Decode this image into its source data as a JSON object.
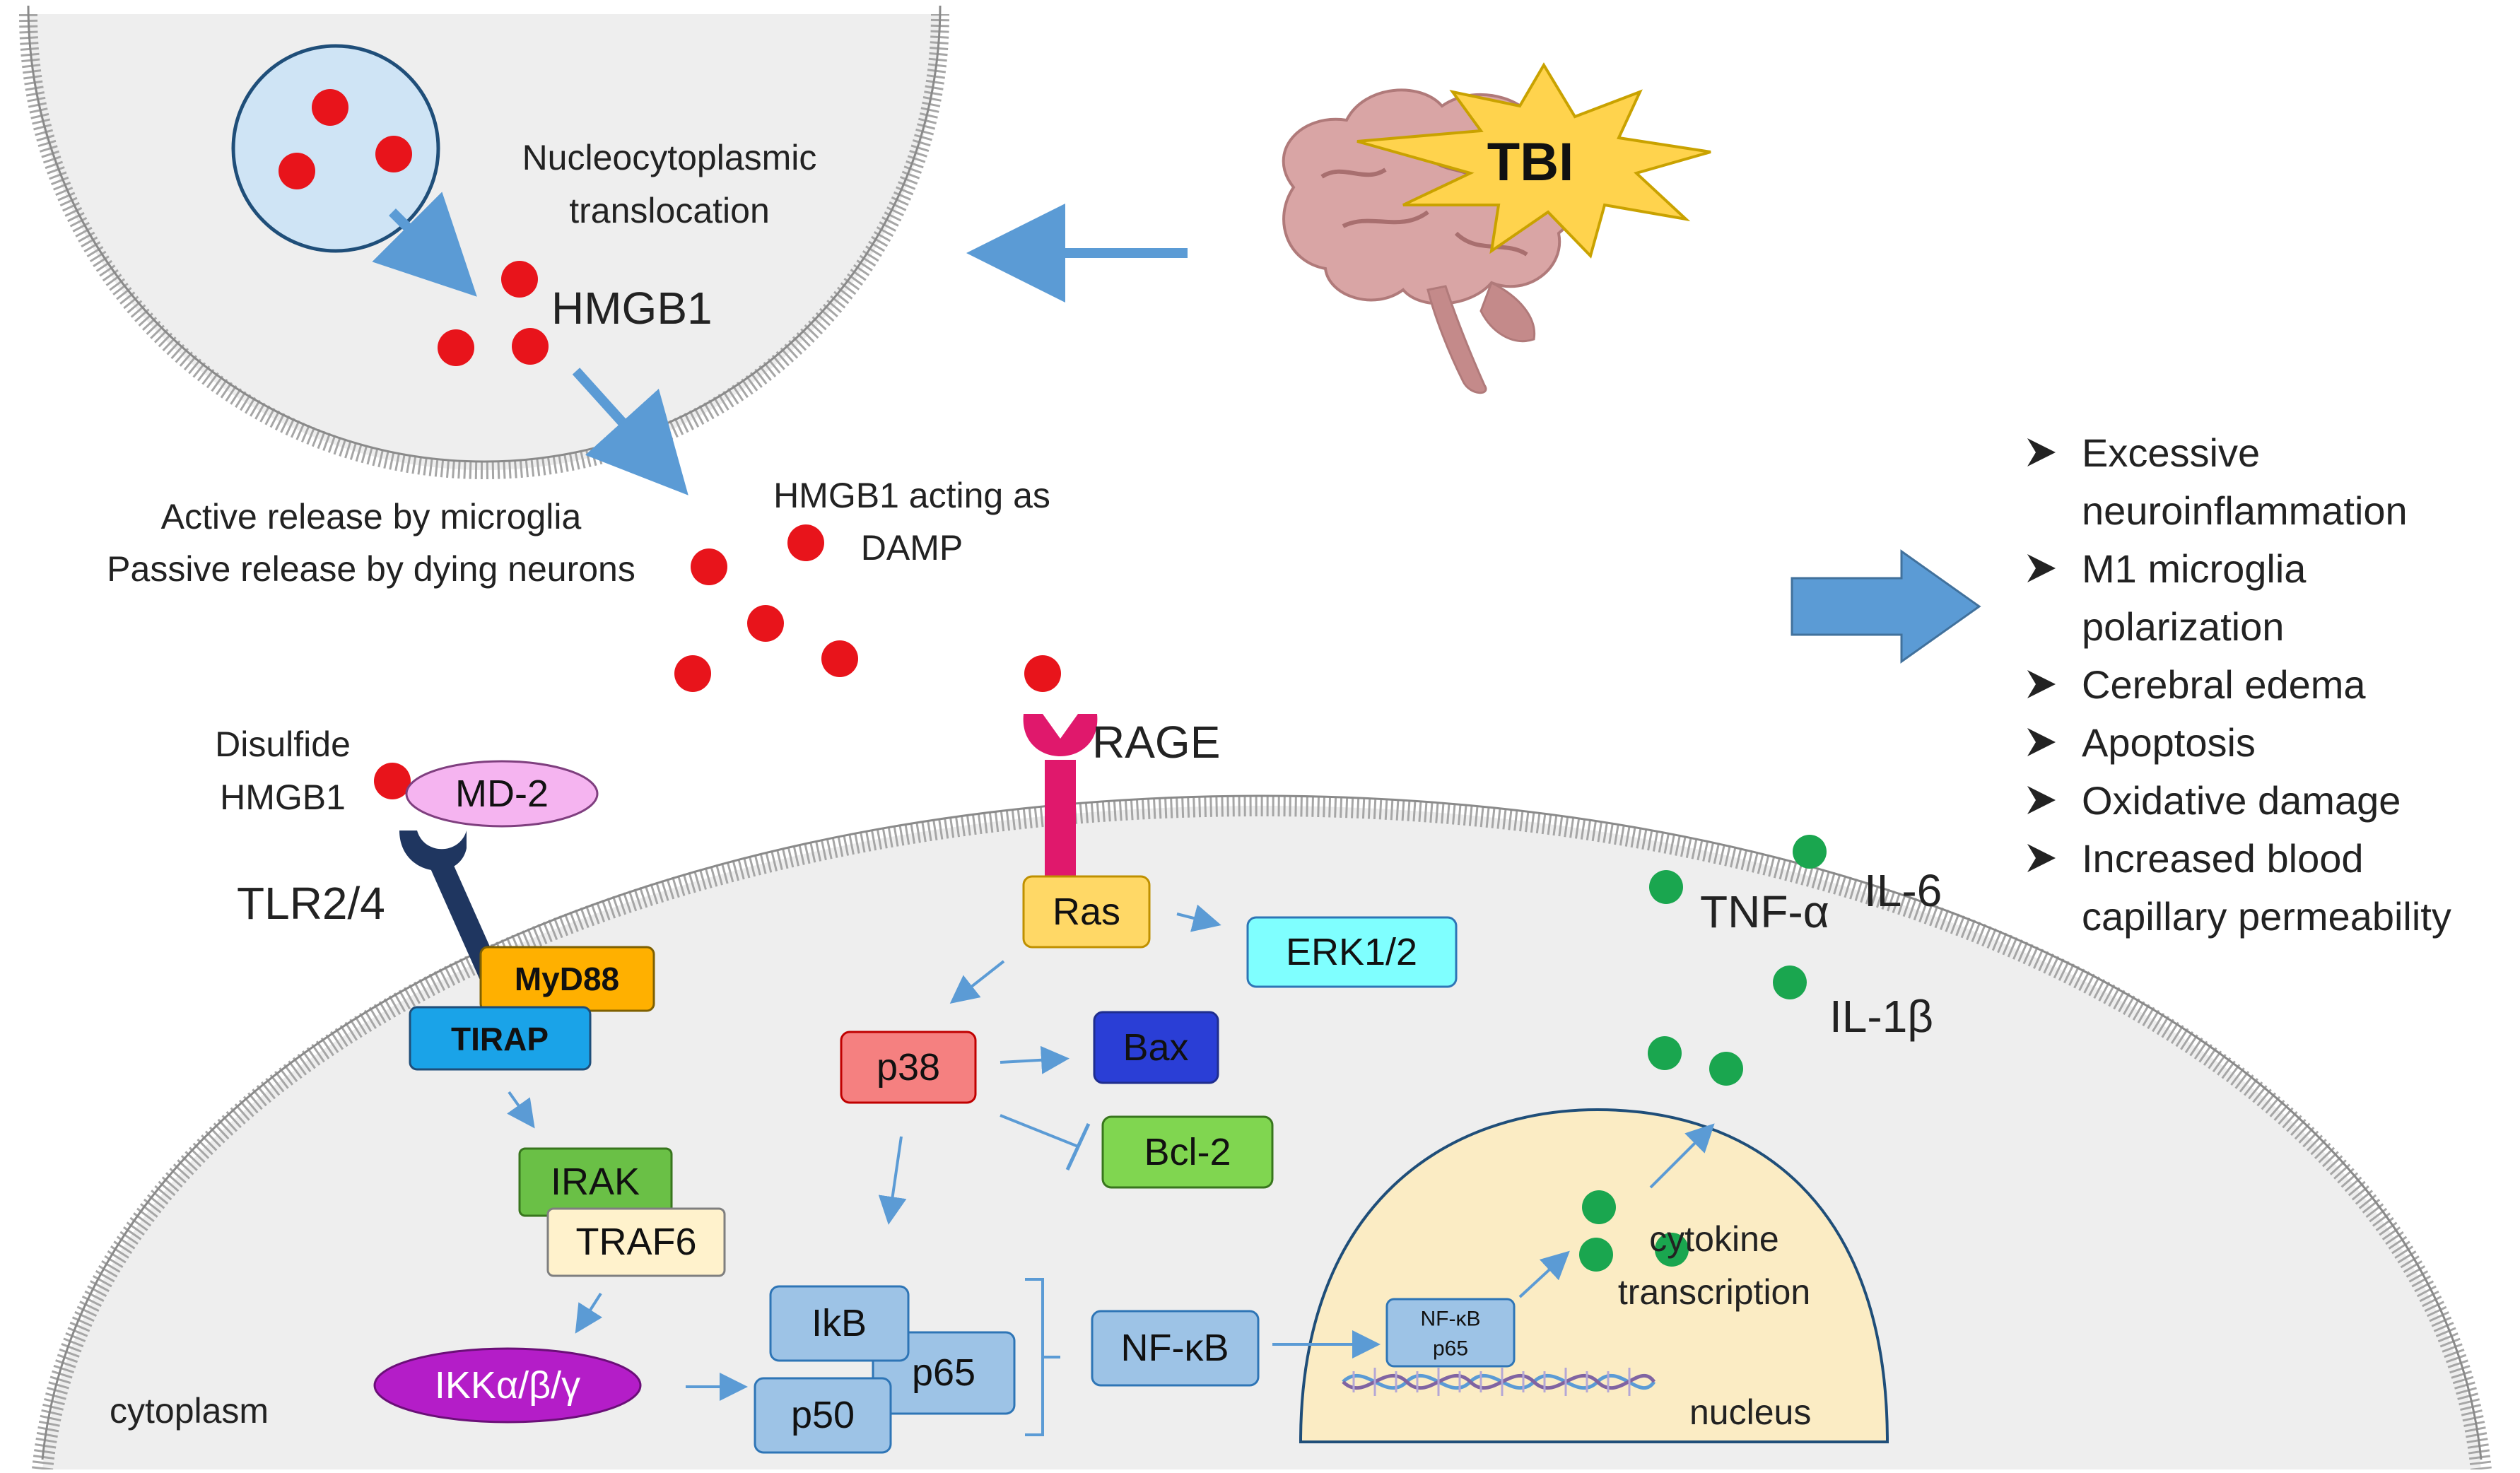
{
  "trigger": "TBI",
  "hmgb1": {
    "translocation_label": [
      "Nucleocytoplasmic",
      "translocation"
    ],
    "name": "HMGB1",
    "release_labels": [
      "Active release by microglia",
      "Passive release by dying neurons"
    ],
    "damp_label": [
      "HMGB1 acting as",
      "DAMP"
    ]
  },
  "receptors": {
    "disulfide_label": [
      "Disulfide",
      "HMGB1"
    ],
    "md2": "MD-2",
    "tlr": "TLR2/4",
    "rage": "RAGE"
  },
  "nodes": {
    "myd88": "MyD88",
    "tirap": "TIRAP",
    "irak": "IRAK",
    "traf6": "TRAF6",
    "ikk": "IKKα/β/γ",
    "ras": "Ras",
    "erk": "ERK1/2",
    "p38": "p38",
    "bax": "Bax",
    "bcl2": "Bcl-2",
    "ikb": "IkB",
    "p65": "p65",
    "p50": "p50",
    "nfkb": "NF-κB",
    "nfkb_small": "NF-κB",
    "p65_small": "p65"
  },
  "cytokines": {
    "tnf": "TNF-α",
    "il6": "IL-6",
    "il1b": "IL-1β",
    "transcription": [
      "cytokine",
      "transcription"
    ]
  },
  "compartments": {
    "cytoplasm": "cytoplasm",
    "nucleus": "nucleus"
  },
  "outcomes": [
    [
      "Excessive",
      "neuroinflammation"
    ],
    [
      "M1 microglia",
      "polarization"
    ],
    [
      "Cerebral edema"
    ],
    [
      "Apoptosis"
    ],
    [
      "Oxidative damage"
    ],
    [
      "Increased blood",
      "capillary permeability"
    ]
  ],
  "colors": {
    "hmgb1_dot": "#e8141b",
    "cytokine_dot": "#1aa64f",
    "arrow": "#5b9bd5",
    "membrane": "#a6a6a6",
    "cell_fill": "#eeeeee",
    "nucleus_fill": "#fbecc4",
    "md2": "#f5b4f0",
    "myd88": "#ffb000",
    "tirap": "#1aa3e8",
    "irak": "#6ac046",
    "traf6": "#fff2cc",
    "ikk": "#b41dc8",
    "ras": "#ffd866",
    "erk": "#7fffff",
    "p38": "#f58080",
    "bax": "#2a3ed6",
    "bcl2": "#80d650",
    "nfkb_complex": "#9dc3e6",
    "tbi_burst": "#ffd34d",
    "brain": "#d9a5a5",
    "rage": "#e0186c",
    "tlr": "#1f3660"
  },
  "icons": [
    "tbi-burst-icon",
    "brain-icon",
    "dna-helix-icon",
    "big-right-arrow-icon",
    "checkmark-arrow-icon"
  ]
}
